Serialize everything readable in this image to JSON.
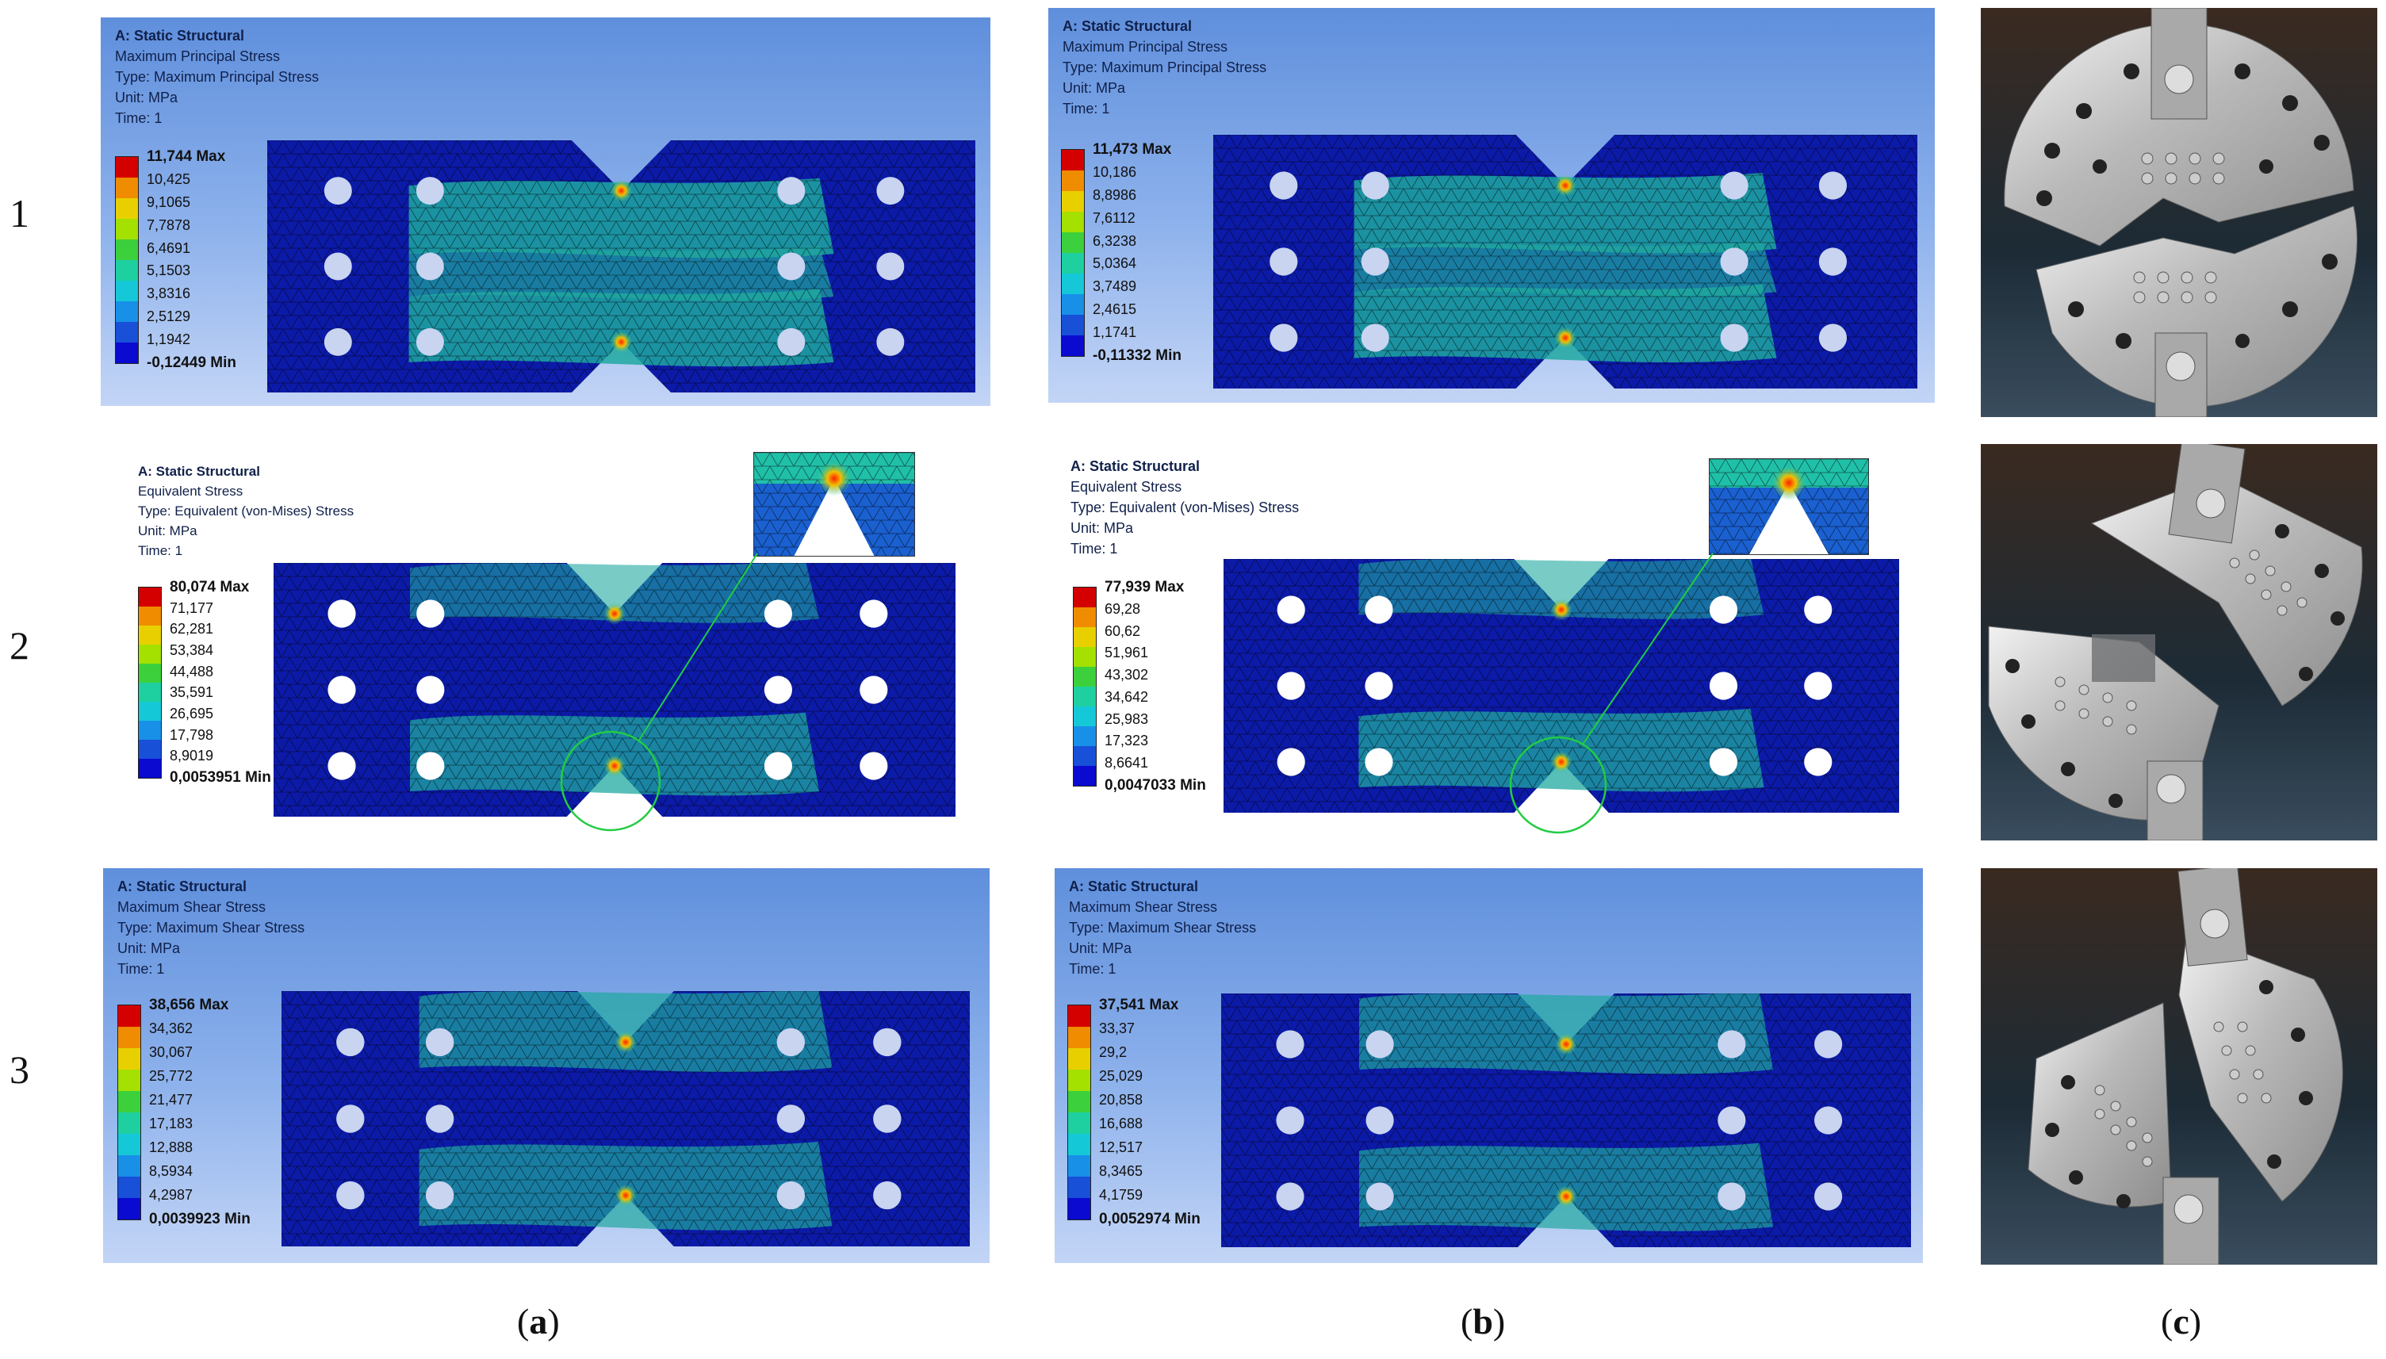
{
  "row_labels": [
    "1",
    "2",
    "3"
  ],
  "column_labels": [
    {
      "paren_open": "(",
      "letter": "a",
      "paren_close": ")"
    },
    {
      "paren_open": "(",
      "letter": "b",
      "paren_close": ")"
    },
    {
      "paren_open": "(",
      "letter": "c",
      "paren_close": ")"
    }
  ],
  "legend_colors": [
    "#d40000",
    "#f08c00",
    "#e8d000",
    "#a4e000",
    "#3cd03c",
    "#1ed0a0",
    "#14c8d8",
    "#1890e8",
    "#1850d8",
    "#0a0ad0"
  ],
  "panels": {
    "r1a": {
      "title": "A: Static Structural",
      "line1": "Maximum Principal Stress",
      "line2": "Type: Maximum Principal Stress",
      "line3": "Unit: MPa",
      "line4": "Time: 1",
      "values": [
        "11,744 Max",
        "10,425",
        "9,1065",
        "7,7878",
        "6,4691",
        "5,1503",
        "3,8316",
        "2,5129",
        "1,1942",
        "-0,12449 Min"
      ]
    },
    "r1b": {
      "title": "A: Static Structural",
      "line1": "Maximum Principal Stress",
      "line2": "Type: Maximum Principal Stress",
      "line3": "Unit: MPa",
      "line4": "Time: 1",
      "values": [
        "11,473 Max",
        "10,186",
        "8,8986",
        "7,6112",
        "6,3238",
        "5,0364",
        "3,7489",
        "2,4615",
        "1,1741",
        "-0,11332 Min"
      ]
    },
    "r2a": {
      "title": "A: Static Structural",
      "line1": "Equivalent Stress",
      "line2": "Type: Equivalent (von-Mises) Stress",
      "line3": "Unit: MPa",
      "line4": "Time: 1",
      "values": [
        "80,074 Max",
        "71,177",
        "62,281",
        "53,384",
        "44,488",
        "35,591",
        "26,695",
        "17,798",
        "8,9019",
        "0,0053951 Min"
      ]
    },
    "r2b": {
      "title": "A: Static Structural",
      "line1": "Equivalent Stress",
      "line2": "Type: Equivalent (von-Mises) Stress",
      "line3": "Unit: MPa",
      "line4": "Time: 1",
      "values": [
        "77,939 Max",
        "69,28",
        "60,62",
        "51,961",
        "43,302",
        "34,642",
        "25,983",
        "17,323",
        "8,6641",
        "0,0047033 Min"
      ]
    },
    "r3a": {
      "title": "A: Static Structural",
      "line1": "Maximum Shear Stress",
      "line2": "Type: Maximum Shear Stress",
      "line3": "Unit: MPa",
      "line4": "Time: 1",
      "values": [
        "38,656 Max",
        "34,362",
        "30,067",
        "25,772",
        "21,477",
        "17,183",
        "12,888",
        "8,5934",
        "4,2987",
        "0,0039923 Min"
      ]
    },
    "r3b": {
      "title": "A: Static Structural",
      "line1": "Maximum Shear Stress",
      "line2": "Type: Maximum Shear Stress",
      "line3": "Unit: MPa",
      "line4": "Time: 1",
      "values": [
        "37,541 Max",
        "33,37",
        "29,2",
        "25,029",
        "20,858",
        "16,688",
        "12,517",
        "8,3465",
        "4,1759",
        "0,0052974 Min"
      ]
    }
  }
}
